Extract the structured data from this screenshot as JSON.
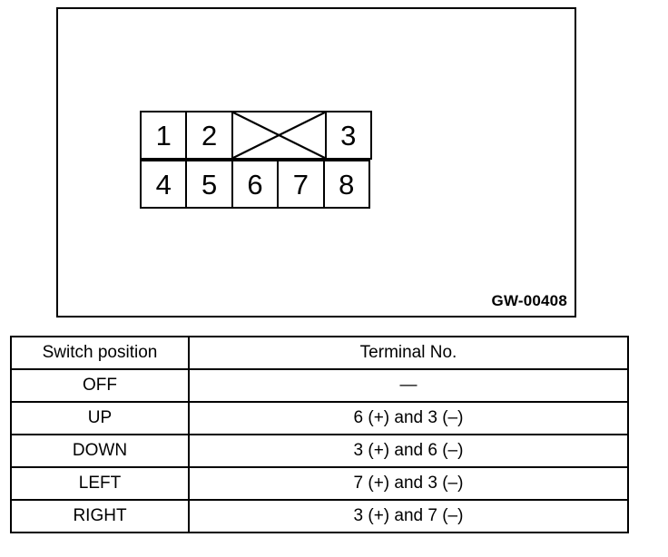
{
  "figure": {
    "code_label": "GW-00408",
    "connector": {
      "top_row": [
        {
          "label": "1",
          "type": "pin"
        },
        {
          "label": "2",
          "type": "pin"
        },
        {
          "label": "",
          "type": "blank-crossed",
          "span": 2
        },
        {
          "label": "3",
          "type": "pin"
        }
      ],
      "bottom_row": [
        {
          "label": "4",
          "type": "pin"
        },
        {
          "label": "5",
          "type": "pin"
        },
        {
          "label": "6",
          "type": "pin"
        },
        {
          "label": "7",
          "type": "pin"
        },
        {
          "label": "8",
          "type": "pin"
        }
      ]
    }
  },
  "table": {
    "headers": [
      "Switch position",
      "Terminal No."
    ],
    "rows": [
      {
        "position": "OFF",
        "terminal": "—"
      },
      {
        "position": "UP",
        "terminal": "6 (+) and 3 (–)"
      },
      {
        "position": "DOWN",
        "terminal": "3 (+) and 6 (–)"
      },
      {
        "position": "LEFT",
        "terminal": "7 (+) and 3 (–)"
      },
      {
        "position": "RIGHT",
        "terminal": "3 (+) and 7 (–)"
      }
    ]
  },
  "colors": {
    "line": "#000000",
    "background": "#ffffff"
  }
}
